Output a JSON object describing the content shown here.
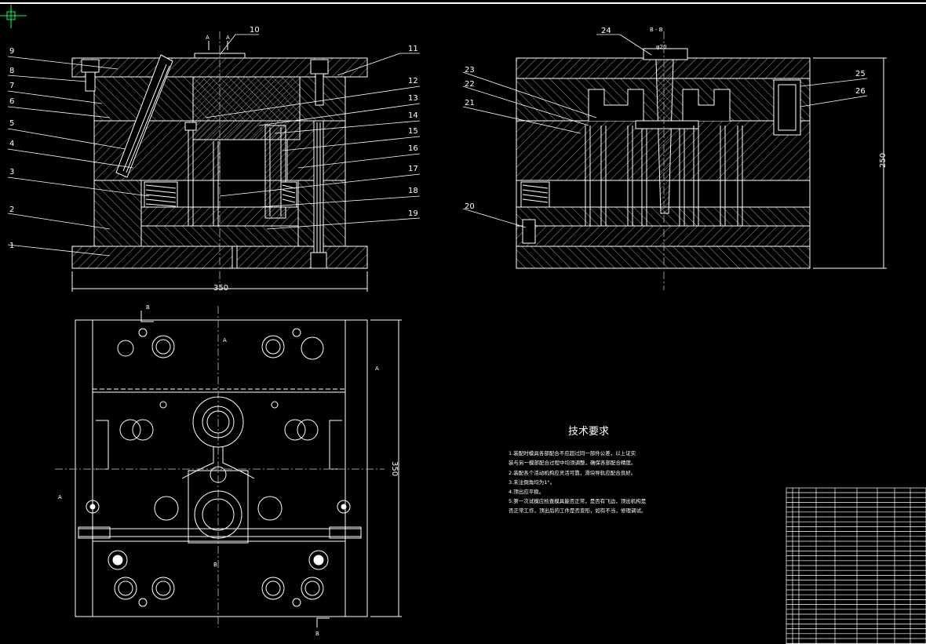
{
  "drawing": {
    "front_view_labels": [
      "1",
      "2",
      "3",
      "4",
      "5",
      "6",
      "7",
      "8",
      "9",
      "10",
      "11",
      "12",
      "13",
      "14",
      "15",
      "16",
      "17",
      "18",
      "19"
    ],
    "side_view_labels": [
      "20",
      "21",
      "22",
      "23",
      "24",
      "25",
      "26"
    ],
    "dim_width_front": "350",
    "dim_height_side": "250",
    "dim_height_plan": "350",
    "section_a": "A",
    "section_b": "B",
    "section_bb_title": "B - B",
    "sprue_dim": "φ20",
    "tech_title": "技术要求",
    "tech_notes": [
      "1.装配时模具各部配合不应超过同一部件公差，以上证实",
      "  装与另一模部配合过程中均须调整，确保各部配合精度。",
      "2.装配各个活动机构应灵活可靠，滑块导轨应配合良好。",
      "3.未注倒角均为1°。",
      "4.顶出应平稳。",
      "5.第一次试模应检查模具能否正常，是否有飞边，顶出机构是",
      "  否正常工作，顶出后的工件是否变形，如有不当，修理调试。"
    ]
  },
  "colors": {
    "background": "#000000",
    "lines": "#ffffff",
    "hatch": "#bfbfbf",
    "centerline": "#9a9a9a",
    "cursor": "#00ff66"
  }
}
